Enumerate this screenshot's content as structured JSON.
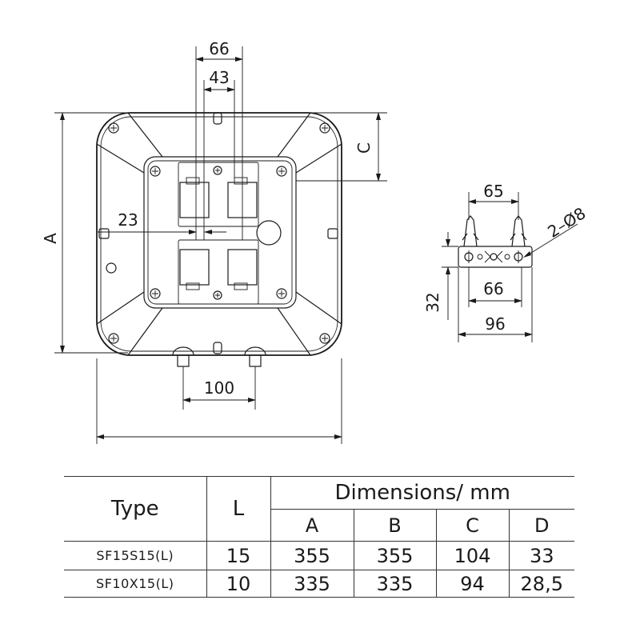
{
  "drawing": {
    "dimensions": {
      "dim_66_top": "66",
      "dim_43": "43",
      "dim_23": "23",
      "dim_100": "100",
      "dim_A": "A",
      "dim_C": "C",
      "dim_65": "65",
      "dim_holes": "2–Ø8",
      "dim_66_side": "66",
      "dim_96": "96",
      "dim_32": "32"
    }
  },
  "table": {
    "type_header": "Type",
    "l_header": "L",
    "dimensions_header": "Dimensions/ mm",
    "columns": [
      "A",
      "B",
      "C",
      "D"
    ],
    "rows": [
      {
        "type": "SF15S15(L)",
        "l": "15",
        "a": "355",
        "b": "355",
        "c": "104",
        "d": "33"
      },
      {
        "type": "SF10X15(L)",
        "l": "10",
        "a": "335",
        "b": "335",
        "c": "94",
        "d": "28,5"
      }
    ]
  }
}
